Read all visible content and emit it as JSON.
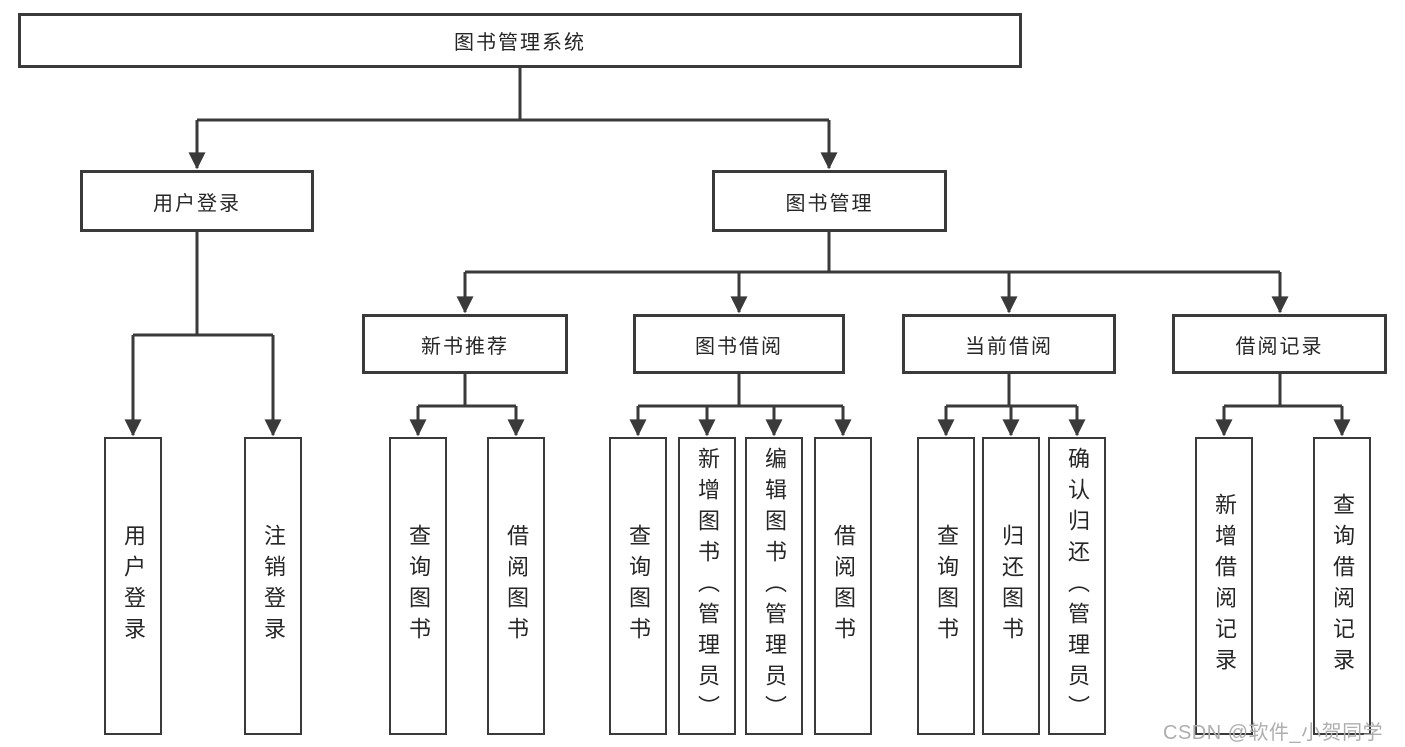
{
  "diagram_type": "hierarchy",
  "colors": {
    "line": "#3a3a3a",
    "box_border": "#3a3a3a",
    "box_fill": "#ffffff",
    "text": "#262626",
    "background": "#ffffff",
    "watermark": "#aeaeae"
  },
  "tree": {
    "root": {
      "label": "图书管理系统"
    },
    "branches": [
      {
        "label": "用户登录",
        "children": [
          {
            "label": "用户登录"
          },
          {
            "label": "注销登录"
          }
        ]
      },
      {
        "label": "图书管理",
        "groups": [
          {
            "label": "新书推荐",
            "children": [
              {
                "label": "查询图书"
              },
              {
                "label": "借阅图书"
              }
            ]
          },
          {
            "label": "图书借阅",
            "children": [
              {
                "label": "查询图书"
              },
              {
                "label": "新增图书（管理员）"
              },
              {
                "label": "编辑图书（管理员）"
              },
              {
                "label": "借阅图书"
              }
            ]
          },
          {
            "label": "当前借阅",
            "children": [
              {
                "label": "查询图书"
              },
              {
                "label": "归还图书"
              },
              {
                "label": "确认归还（管理员）"
              }
            ]
          },
          {
            "label": "借阅记录",
            "children": [
              {
                "label": "新增借阅记录"
              },
              {
                "label": "查询借阅记录"
              }
            ]
          }
        ]
      }
    ]
  },
  "watermark": {
    "text": "CSDN @软件_小贺同学"
  }
}
